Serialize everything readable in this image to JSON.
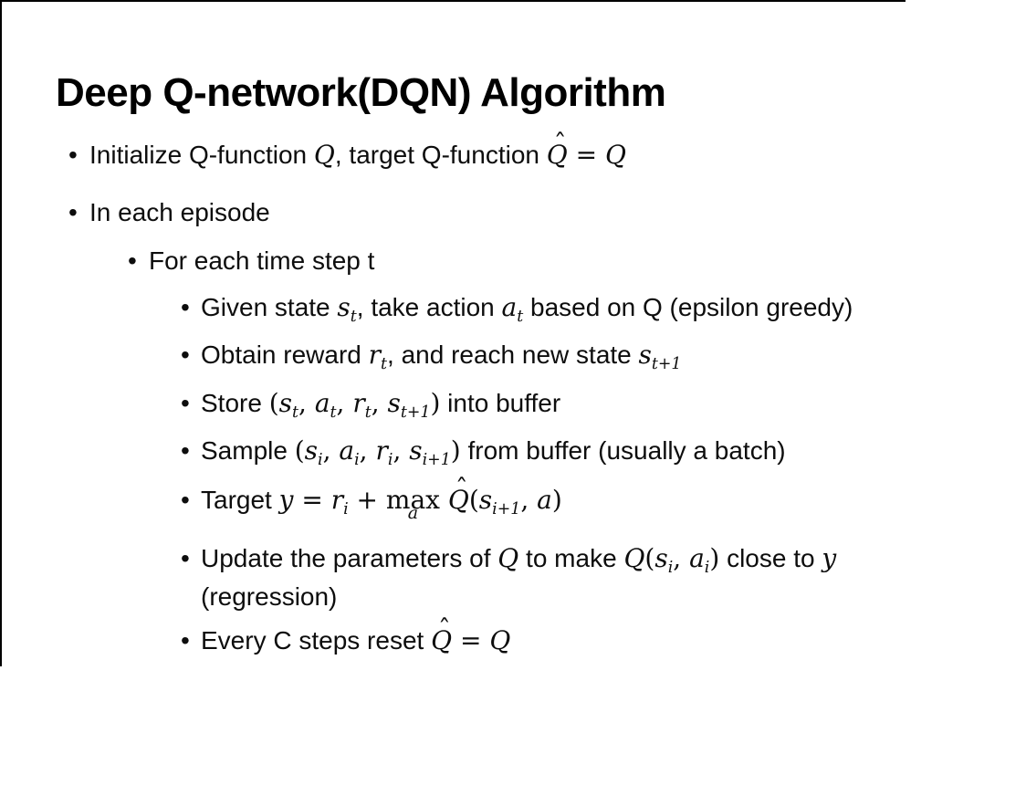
{
  "glyphs": {
    "bullet": "•",
    "hat": "ˆ"
  },
  "title": "Deep Q-network(DQN) Algorithm",
  "bullets": [
    {
      "level": 1,
      "segments": [
        {
          "t": "text",
          "v": "Initialize Q-function "
        },
        {
          "t": "math",
          "v": "Q"
        },
        {
          "t": "text",
          "v": ", target Q-function "
        },
        {
          "t": "mhat",
          "v": "Q"
        },
        {
          "t": "op",
          "v": " = "
        },
        {
          "t": "math",
          "v": "Q"
        }
      ]
    },
    {
      "level": 1,
      "segments": [
        {
          "t": "text",
          "v": "In each episode"
        }
      ]
    },
    {
      "level": 2,
      "segments": [
        {
          "t": "text",
          "v": "For each time step t"
        }
      ]
    },
    {
      "level": 3,
      "segments": [
        {
          "t": "text",
          "v": "Given state "
        },
        {
          "t": "msub",
          "b": "s",
          "s": "t"
        },
        {
          "t": "text",
          "v": ", take action "
        },
        {
          "t": "msub",
          "b": "a",
          "s": "t"
        },
        {
          "t": "text",
          "v": " based on Q (epsilon greedy)"
        }
      ]
    },
    {
      "level": 3,
      "segments": [
        {
          "t": "text",
          "v": "Obtain reward "
        },
        {
          "t": "msub",
          "b": "r",
          "s": "t"
        },
        {
          "t": "text",
          "v": ", and reach new state "
        },
        {
          "t": "msub",
          "b": "s",
          "s": "t+1"
        }
      ]
    },
    {
      "level": 3,
      "segments": [
        {
          "t": "text",
          "v": "Store "
        },
        {
          "t": "op",
          "v": "("
        },
        {
          "t": "msub",
          "b": "s",
          "s": "t"
        },
        {
          "t": "op",
          "v": ", "
        },
        {
          "t": "msub",
          "b": "a",
          "s": "t"
        },
        {
          "t": "op",
          "v": ", "
        },
        {
          "t": "msub",
          "b": "r",
          "s": "t"
        },
        {
          "t": "op",
          "v": ", "
        },
        {
          "t": "msub",
          "b": "s",
          "s": "t+1"
        },
        {
          "t": "op",
          "v": ")"
        },
        {
          "t": "text",
          "v": " into buffer"
        }
      ]
    },
    {
      "level": 3,
      "segments": [
        {
          "t": "text",
          "v": "Sample "
        },
        {
          "t": "op",
          "v": "("
        },
        {
          "t": "msub",
          "b": "s",
          "s": "i"
        },
        {
          "t": "op",
          "v": ", "
        },
        {
          "t": "msub",
          "b": "a",
          "s": "i"
        },
        {
          "t": "op",
          "v": ", "
        },
        {
          "t": "msub",
          "b": "r",
          "s": "i"
        },
        {
          "t": "op",
          "v": ", "
        },
        {
          "t": "msub",
          "b": "s",
          "s": "i+1"
        },
        {
          "t": "op",
          "v": ")"
        },
        {
          "t": "text",
          "v": " from buffer (usually a batch)"
        }
      ]
    },
    {
      "level": 3,
      "segments": [
        {
          "t": "text",
          "v": "Target "
        },
        {
          "t": "math",
          "v": "y"
        },
        {
          "t": "op",
          "v": " = "
        },
        {
          "t": "msub",
          "b": "r",
          "s": "i"
        },
        {
          "t": "op",
          "v": " + "
        },
        {
          "t": "munder",
          "b": "max",
          "s": "a"
        },
        {
          "t": "op",
          "v": " "
        },
        {
          "t": "mhat",
          "v": "Q"
        },
        {
          "t": "op",
          "v": "("
        },
        {
          "t": "msub",
          "b": "s",
          "s": "i+1"
        },
        {
          "t": "op",
          "v": ", "
        },
        {
          "t": "math",
          "v": "a"
        },
        {
          "t": "op",
          "v": ")"
        }
      ]
    },
    {
      "level": 3,
      "segments": [
        {
          "t": "text",
          "v": "Update the parameters of "
        },
        {
          "t": "math",
          "v": "Q"
        },
        {
          "t": "text",
          "v": " to make "
        },
        {
          "t": "math",
          "v": "Q"
        },
        {
          "t": "op",
          "v": "("
        },
        {
          "t": "msub",
          "b": "s",
          "s": "i"
        },
        {
          "t": "op",
          "v": ", "
        },
        {
          "t": "msub",
          "b": "a",
          "s": "i"
        },
        {
          "t": "op",
          "v": ")"
        },
        {
          "t": "text",
          "v": " close to "
        },
        {
          "t": "math",
          "v": "y"
        },
        {
          "t": "text",
          "v": " (regression)"
        }
      ]
    },
    {
      "level": 3,
      "segments": [
        {
          "t": "text",
          "v": "Every C steps reset "
        },
        {
          "t": "mhat",
          "v": "Q"
        },
        {
          "t": "op",
          "v": " = "
        },
        {
          "t": "math",
          "v": "Q"
        }
      ]
    }
  ]
}
